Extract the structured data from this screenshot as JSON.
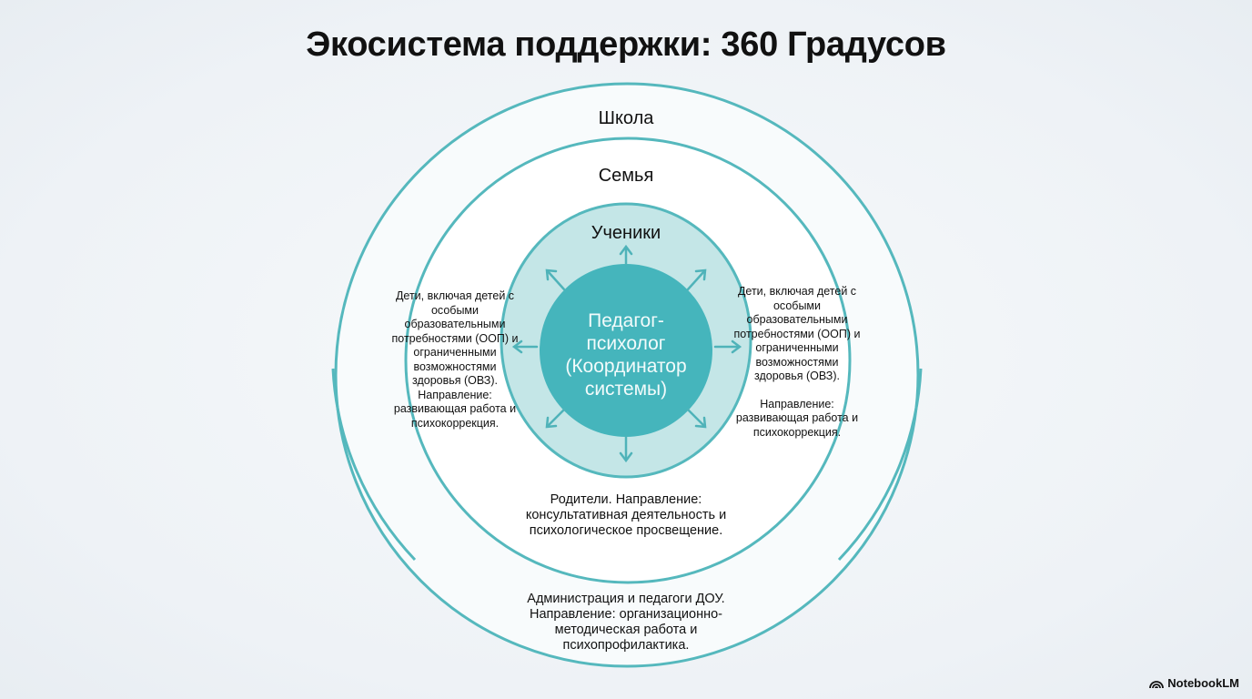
{
  "title": "Экосистема поддержки: 360 Градусов",
  "rings": {
    "school": "Школа",
    "family": "Семья",
    "students": "Ученики"
  },
  "center": {
    "line1": "Педагог-",
    "line2": "психолог",
    "line3": "(Координатор",
    "line4": "системы)"
  },
  "left_text": "Дети, включая детей с особыми образовательными потребностями (ООП) и ограниченными возможностями здоровья (ОВЗ). Направление: развивающая работа и психокоррекция.",
  "right_text_1": "Дети, включая детей с особыми образовательными потребностями (ООП) и ограниченными возможностями здоровья (ОВЗ).",
  "right_text_2": "Направление: развивающая работа и психокоррекция.",
  "parents_text": "Родители. Направление: консультативная деятельность и психологическое просвещение.",
  "admin_text": "Администрация и педагоги ДОУ. Направление: организационно-методическая работа и психопрофилактика.",
  "brand": "NotebookLM",
  "colors": {
    "teal_dark": "#45b5bc",
    "teal_light": "#c4e6e7",
    "stroke": "#55b8bd"
  }
}
